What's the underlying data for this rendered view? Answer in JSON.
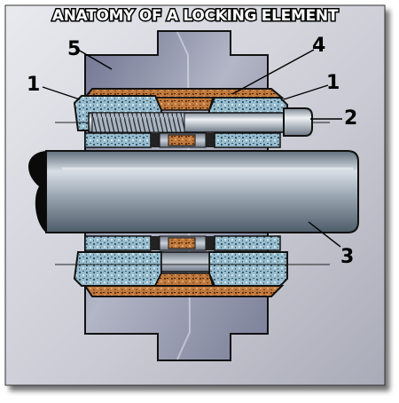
{
  "title": "ANATOMY OF A LOCKING ELEMENT",
  "callouts": {
    "c1_left": "1",
    "c1_right": "1",
    "c2": "2",
    "c3": "3",
    "c4": "4",
    "c5": "5"
  },
  "colors": {
    "frame_bg": "#c7c9d3",
    "hub_steel": "#8d91a8",
    "copper_ring": "#b87333",
    "cone_ring": "#8fb3c4",
    "shaft": "#9aa7b3",
    "outline": "#111111"
  }
}
